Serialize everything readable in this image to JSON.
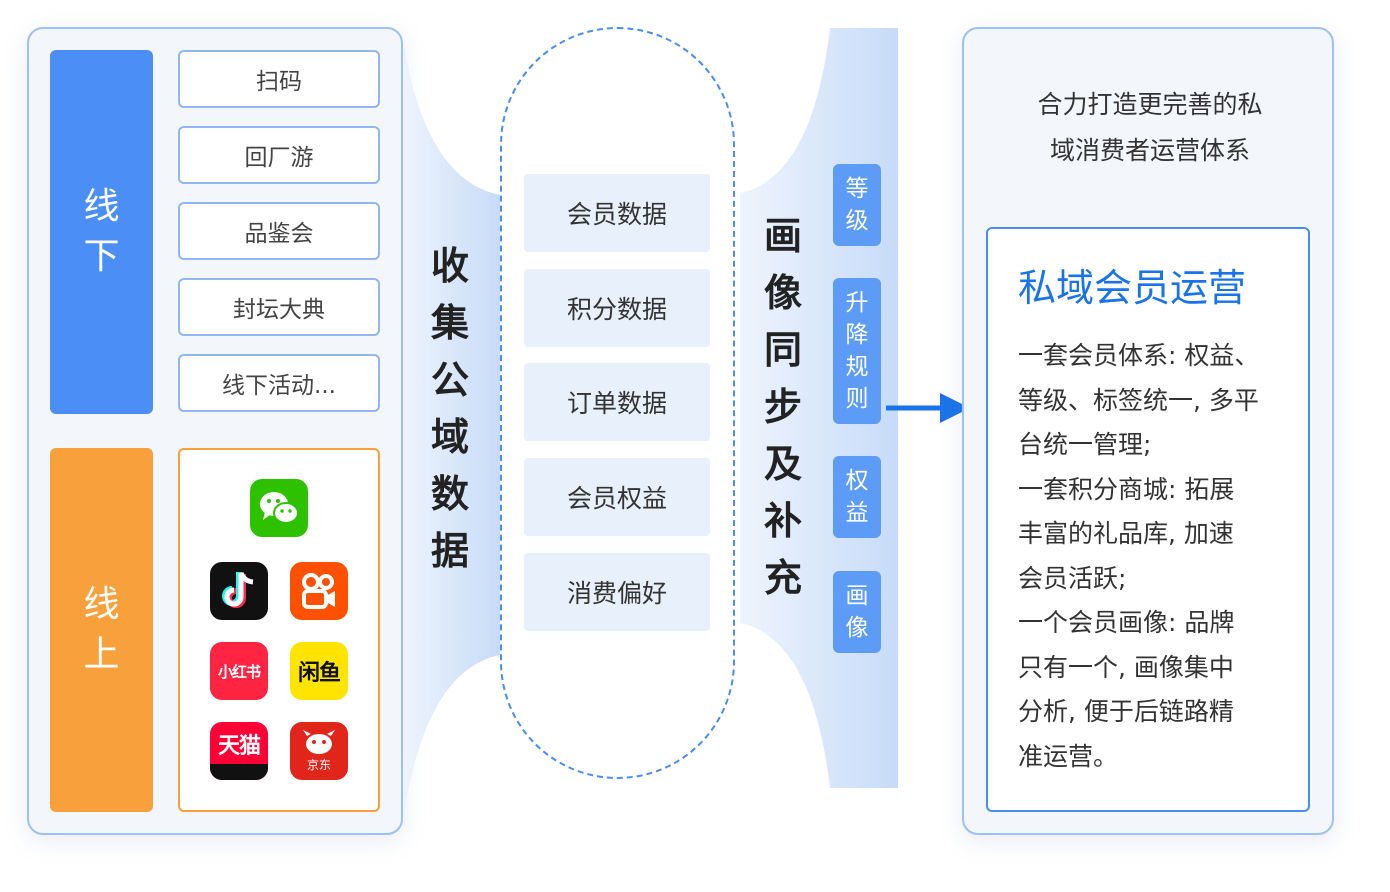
{
  "offline": {
    "label_chars": [
      "线",
      "下"
    ],
    "items": [
      "扫码",
      "回厂游",
      "品鉴会",
      "封坛大典",
      "线下活动..."
    ]
  },
  "online": {
    "label_chars": [
      "线",
      "上"
    ],
    "apps": [
      {
        "name": "wechat-icon",
        "text": "",
        "color": "#2dc100"
      },
      {
        "name": "douyin-icon",
        "text": "♪",
        "color": "#111111"
      },
      {
        "name": "kuaishou-icon",
        "text": "",
        "color": "#ff5000"
      },
      {
        "name": "xiaohongshu-icon",
        "text": "小红书",
        "color": "#ff2442"
      },
      {
        "name": "xianyu-icon",
        "text": "闲鱼",
        "color": "#ffe400"
      },
      {
        "name": "tmall-icon",
        "text": "天猫",
        "color": "#ff0036"
      },
      {
        "name": "jd-icon",
        "text": "京东",
        "color": "#e1251b"
      }
    ]
  },
  "collect_title_chars": [
    "收",
    "集",
    "公",
    "域",
    "数",
    "据"
  ],
  "data_items": [
    "会员数据",
    "积分数据",
    "订单数据",
    "会员权益",
    "消费偏好"
  ],
  "sync_title_chars": [
    "画",
    "像",
    "同",
    "步",
    "及",
    "补",
    "充"
  ],
  "tags": [
    [
      "等",
      "级"
    ],
    [
      "升",
      "降",
      "规",
      "则"
    ],
    [
      "权",
      "益"
    ],
    [
      "画",
      "像"
    ]
  ],
  "right": {
    "heading_lines": [
      "合力打造更完善的私",
      "域消费者运营体系"
    ],
    "card_title": "私域会员运营",
    "card_lines": [
      "一套会员体系: 权益、",
      "等级、标签统一, 多平",
      "台统一管理;",
      "一套积分商城: 拓展",
      "丰富的礼品库, 加速",
      "会员活跃;",
      "一个会员画像: 品牌",
      "只有一个, 画像集中",
      "分析, 便于后链路精",
      "准运营。"
    ]
  },
  "colors": {
    "blue_accent": "#4b8ef6",
    "orange_accent": "#f7a03c",
    "tag_blue": "#5c9cf7",
    "title_blue": "#1a73e8",
    "data_box_bg": "#e8f0fb"
  }
}
